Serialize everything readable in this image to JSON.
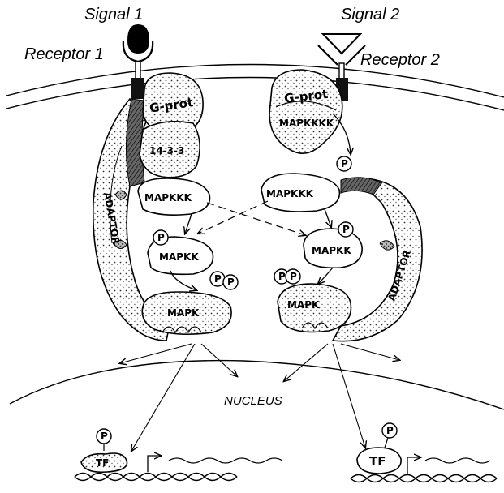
{
  "labels": {
    "signal1": "Signal 1",
    "signal2": "Signal 2",
    "receptor1": "Receptor 1",
    "receptor2": "Receptor 2",
    "nucleus": "NUCLEUS"
  },
  "left_pathway": {
    "gprot": "G-prot",
    "scaffold": "14-3-3",
    "mapkkk": "MAPKKK",
    "mapkk": "MAPKK",
    "mapk": "MAPK",
    "adaptor": "ADAPTOR",
    "tf": "TF"
  },
  "right_pathway": {
    "gprot": "G-prot",
    "mapkkkk": "MAPKKKK",
    "mapkkk": "MAPKKK",
    "mapkk": "MAPKK",
    "mapk": "MAPK",
    "adaptor": "ADAPTOR",
    "tf": "TF"
  },
  "phospho_symbol": "P"
}
